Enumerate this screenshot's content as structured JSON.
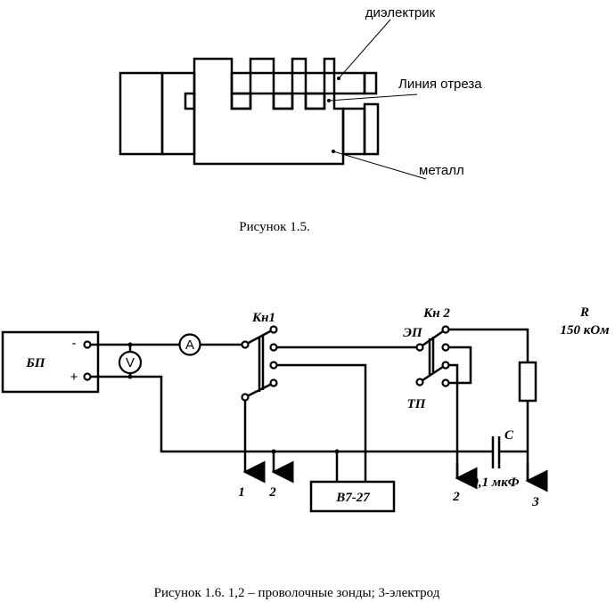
{
  "fig15": {
    "label_dielectric": "диэлектрик",
    "label_cutline": "Линия отреза",
    "label_metal": "металл",
    "caption": "Рисунок 1.5."
  },
  "fig16": {
    "psu": "БП",
    "minus": "-",
    "plus": "+",
    "ammeter": "A",
    "voltmeter": "V",
    "kn1": "Кн1",
    "kn2": "Кн 2",
    "ep": "ЭП",
    "tp": "ТП",
    "r_label": "R",
    "r_value": "150 кОм",
    "c_label": "C",
    "c_value": "0,1 мкФ",
    "meter": "В7-27",
    "probe1": "1",
    "probe2a": "2",
    "probe2b": "2",
    "electrode3": "3",
    "caption": "Рисунок 1.6. 1,2 – проволочные зонды; 3-электрод"
  }
}
